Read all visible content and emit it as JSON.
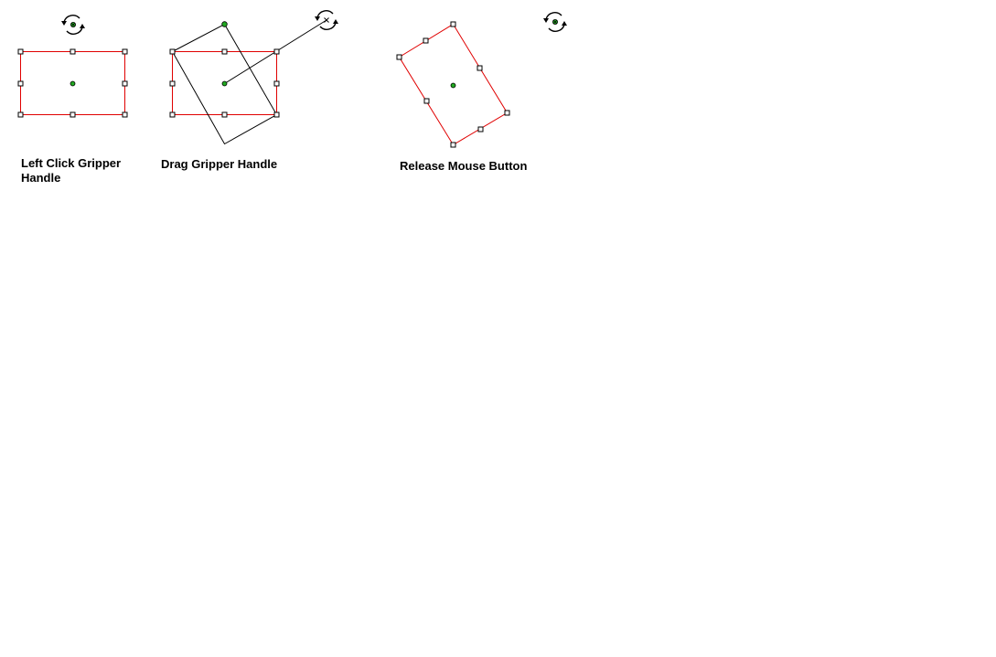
{
  "captions": {
    "step1": "Left Click Gripper Handle",
    "step2": "Drag Gripper Handle",
    "step3": "Release Mouse Button"
  },
  "colors": {
    "selection_outline": "#e00000",
    "ghost_outline": "#000000",
    "handle_fill": "#ffffff",
    "center_fill": "#22aa22",
    "background": "#ffffff"
  },
  "icons": {
    "rotate_gripper": "rotate-gripper-icon",
    "handle": "resize-handle-icon",
    "center": "center-point-icon"
  }
}
